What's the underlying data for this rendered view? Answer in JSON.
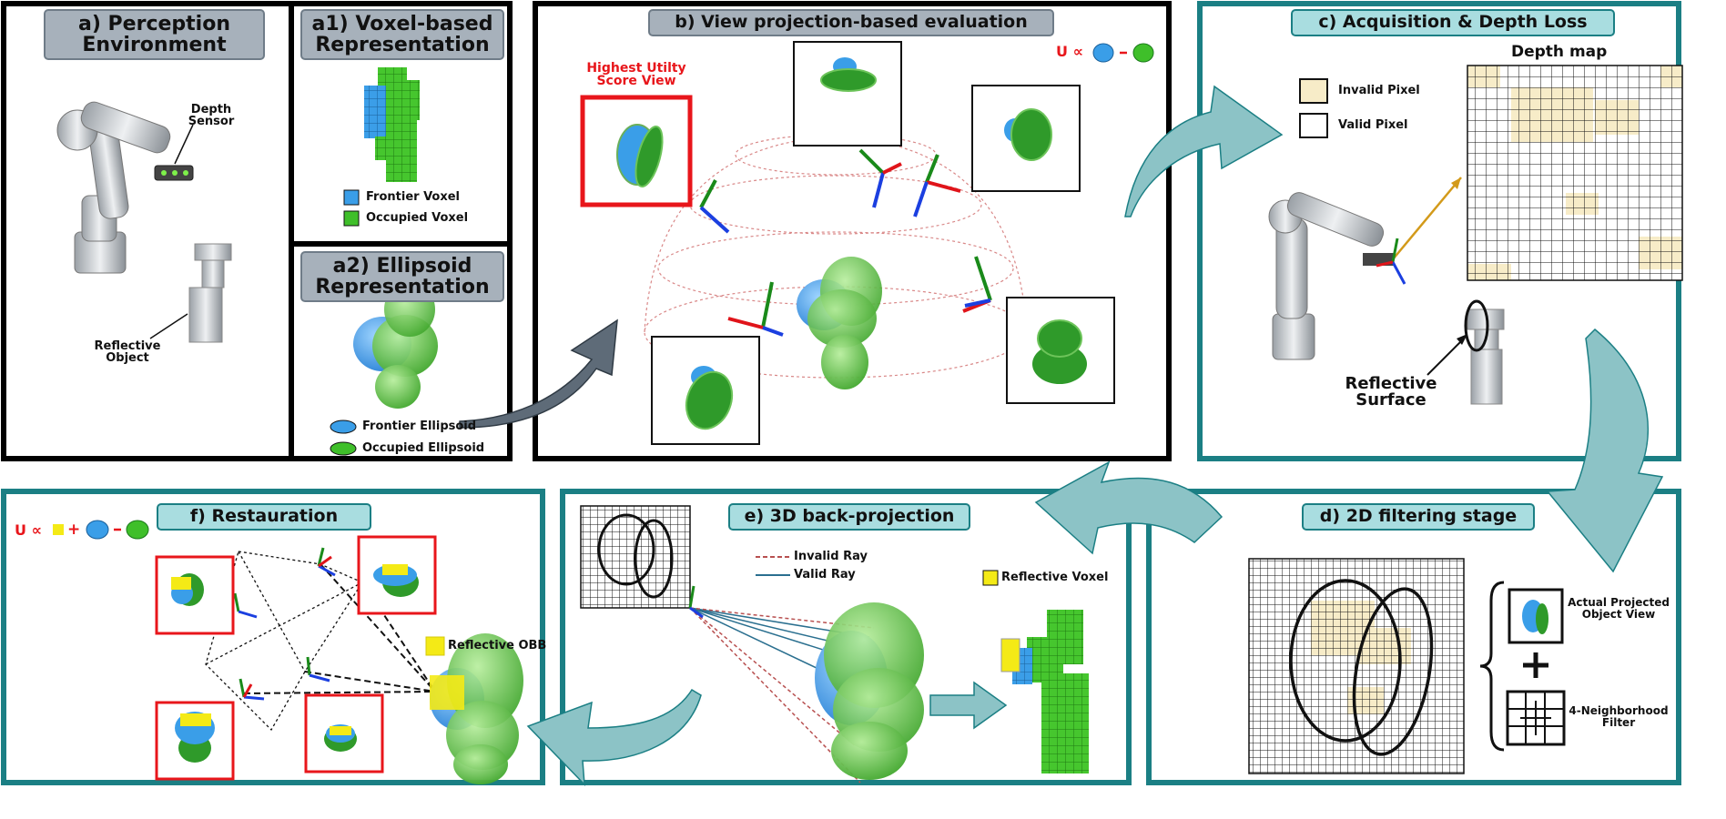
{
  "panels": {
    "a": {
      "title": "a) Perception Environment",
      "depth_sensor": "Depth Sensor",
      "reflective_object": "Reflective Object"
    },
    "a1": {
      "title": "a1) Voxel-based Representation",
      "legend": [
        {
          "label": "Frontier Voxel",
          "color": "#3a9ee8"
        },
        {
          "label": "Occupied Voxel",
          "color": "#3fbf2a"
        }
      ]
    },
    "a2": {
      "title": "a2) Ellipsoid Representation",
      "legend": [
        {
          "label": "Frontier Ellipsoid",
          "color": "#3a9ee8"
        },
        {
          "label": "Occupied Ellipsoid",
          "color": "#3fbf2a"
        }
      ]
    },
    "b": {
      "title": "b) View projection-based evaluation",
      "highest_view": "Highest Utilty Score View",
      "formula": "U ∝"
    },
    "c": {
      "title": "c) Acquisition & Depth Loss",
      "depth_map": "Depth map",
      "invalid_pixel": "Invalid Pixel",
      "valid_pixel": "Valid Pixel",
      "reflective_surface": "Reflective Surface"
    },
    "d": {
      "title": "d) 2D filtering stage",
      "projected_view": "Actual Projected Object View",
      "neighborhood_filter": "4-Neighborhood Filter"
    },
    "e": {
      "title": "e) 3D back-projection",
      "invalid_ray": "Invalid Ray",
      "valid_ray": "Valid Ray",
      "reflective_voxel": "Reflective Voxel"
    },
    "f": {
      "title": "f) Restauration",
      "formula": "U ∝",
      "reflective_obb": "Reflective OBB"
    }
  },
  "colors": {
    "teal": "#1b7f84",
    "teal_light": "#8cc3c6",
    "header_gray": "#a7b1bb",
    "header_teal": "#a9dde0",
    "highlight_red": "#e8161b",
    "frontier_blue": "#3a9ee8",
    "occupied_green": "#3fbf2a",
    "invalid_fill": "#f7ecc8",
    "reflective_yellow": "#f4ea16"
  }
}
